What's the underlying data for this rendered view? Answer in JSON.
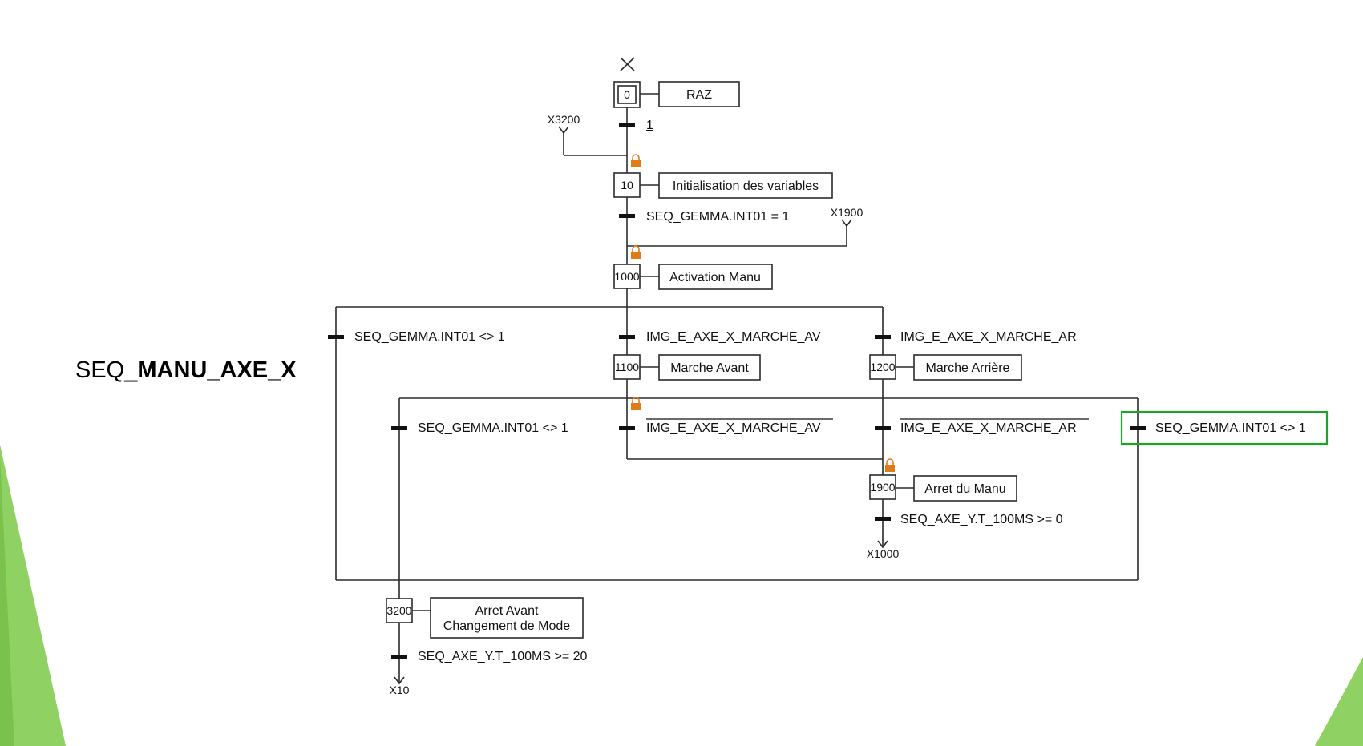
{
  "diagram": {
    "title_prefix": "SEQ_",
    "title_bold": "MANU_AXE_X",
    "steps": {
      "s0": {
        "num": "0",
        "action": "RAZ"
      },
      "s10": {
        "num": "10",
        "action": "Initialisation des variables"
      },
      "s1000": {
        "num": "1000",
        "action": "Activation Manu"
      },
      "s1100": {
        "num": "1100",
        "action": "Marche Avant"
      },
      "s1200": {
        "num": "1200",
        "action": "Marche Arrière"
      },
      "s1900": {
        "num": "1900",
        "action": "Arret du Manu"
      },
      "s3200": {
        "num": "3200",
        "action_line1": "Arret Avant",
        "action_line2": "Changement de Mode"
      }
    },
    "transitions": {
      "t0": "1",
      "t10": "SEQ_GEMMA.INT01 = 1",
      "t_left": "SEQ_GEMMA.INT01 <> 1",
      "t_av": "IMG_E_AXE_X_MARCHE_AV",
      "t_ar": "IMG_E_AXE_X_MARCHE_AR",
      "t_inner_left": "SEQ_GEMMA.INT01 <> 1",
      "t_not_av": "IMG_E_AXE_X_MARCHE_AV",
      "t_not_ar": "IMG_E_AXE_X_MARCHE_AR",
      "t_right": "SEQ_GEMMA.INT01 <> 1",
      "t1900": "SEQ_AXE_Y.T_100MS >= 0",
      "t3200": "SEQ_AXE_Y.T_100MS >= 20"
    },
    "refs": {
      "x3200": "X3200",
      "x1900": "X1900",
      "x1000": "X1000",
      "x10": "X10"
    },
    "colors": {
      "line": "#2b2b2b",
      "lock": "#e07b16",
      "highlight": "#1fa22a",
      "triangle": "#8fd163"
    }
  }
}
